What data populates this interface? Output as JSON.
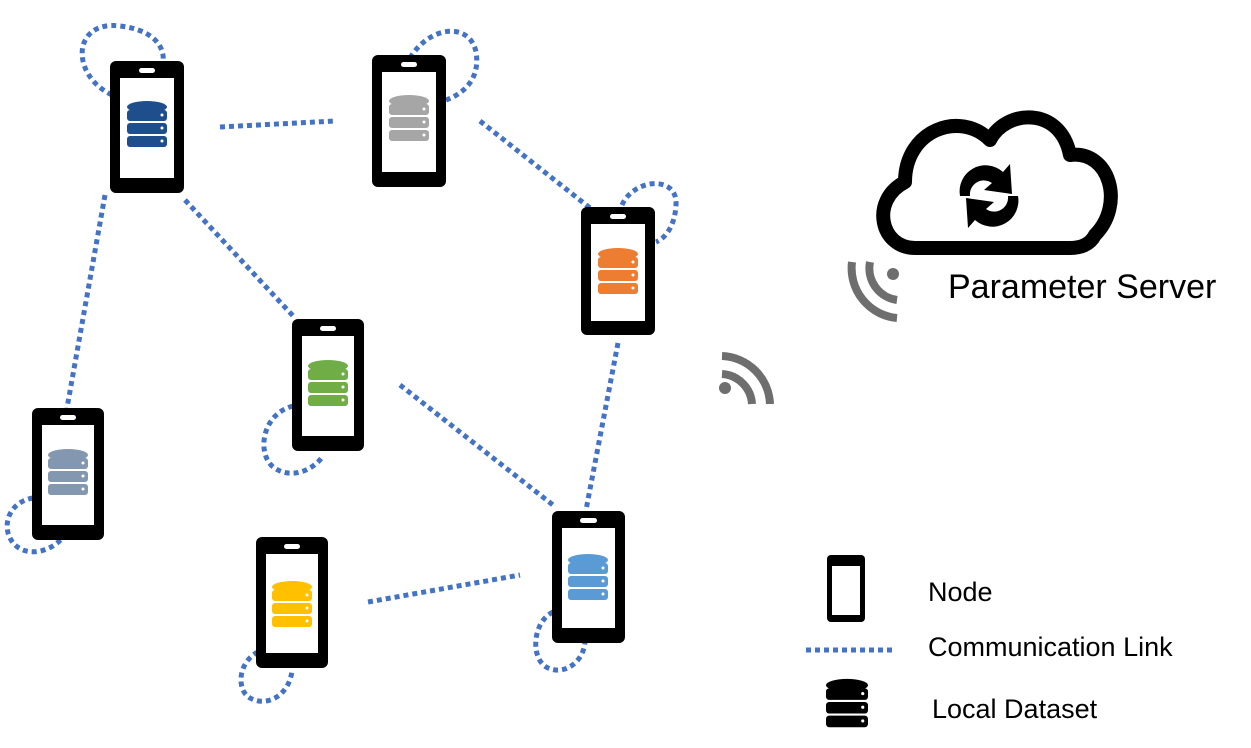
{
  "server": {
    "label": "Parameter Server"
  },
  "legend": {
    "node": "Node",
    "link": "Communication Link",
    "dataset": "Local Dataset"
  },
  "colors": {
    "link": "#4472C4",
    "phone": "#000000",
    "wireless": "#6E6E6E"
  },
  "nodes": [
    {
      "id": "n1",
      "db_color": "#1F4E8C"
    },
    {
      "id": "n2",
      "db_color": "#A6A6A6"
    },
    {
      "id": "n3",
      "db_color": "#ED7D31"
    },
    {
      "id": "n4",
      "db_color": "#70AD47"
    },
    {
      "id": "n5",
      "db_color": "#8497B0"
    },
    {
      "id": "n6",
      "db_color": "#FFC000"
    },
    {
      "id": "n7",
      "db_color": "#5B9BD5"
    }
  ]
}
